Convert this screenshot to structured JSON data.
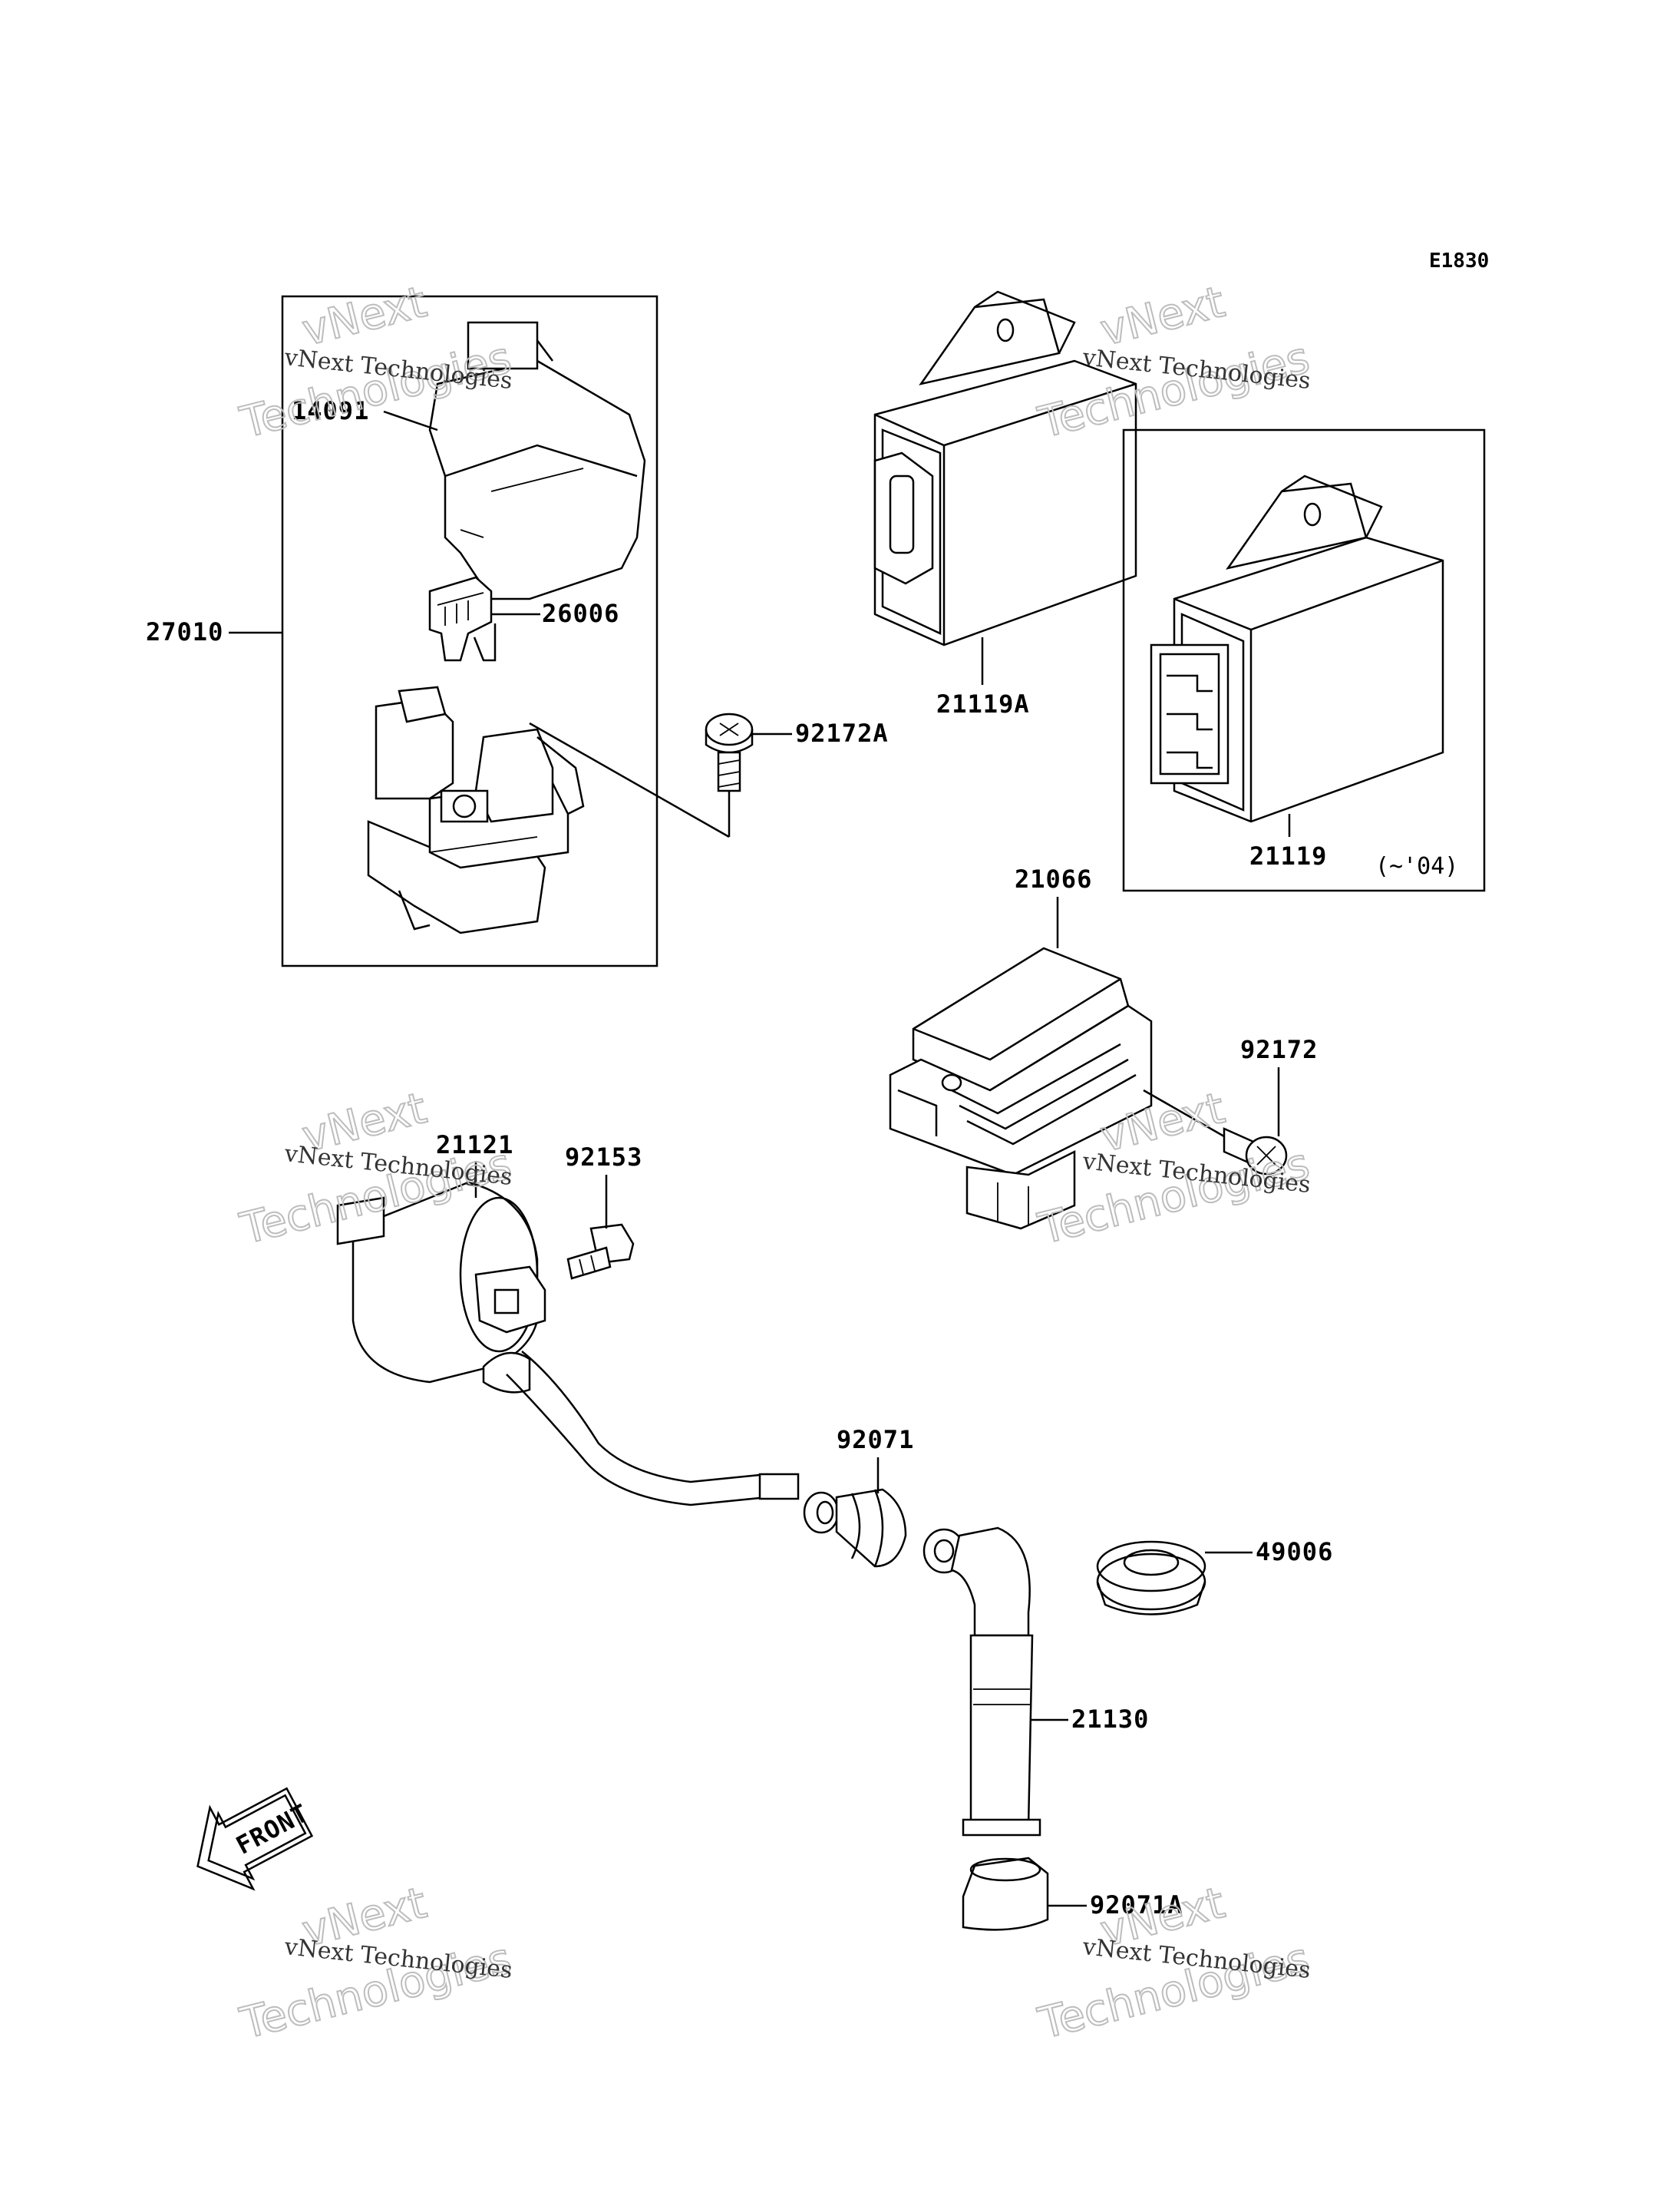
{
  "diagram_code": "E1830",
  "parts": {
    "p14091": "14091",
    "p26006": "26006",
    "p27010": "27010",
    "p92172A": "92172A",
    "p21119A": "21119A",
    "p21119": "21119",
    "p21119_note": "(~'04)",
    "p21066": "21066",
    "p92172": "92172",
    "p21121": "21121",
    "p92153": "92153",
    "p92071": "92071",
    "p49006": "49006",
    "p21130": "21130",
    "p92071A": "92071A"
  },
  "front_arrow": "FRONT",
  "watermark": {
    "line1": "vNext Technologies",
    "big1": "vNext",
    "big2": "Technologies"
  }
}
